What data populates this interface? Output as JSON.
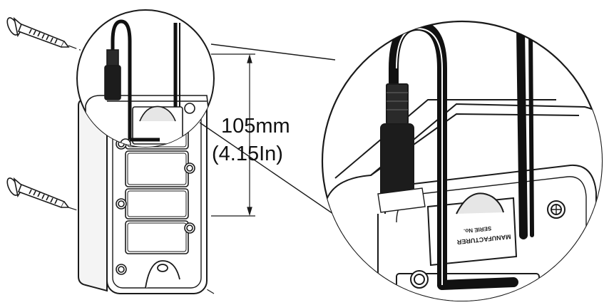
{
  "dimension": {
    "metric": "105mm",
    "imperial": "(4.15In)"
  },
  "device_label": {
    "line1": "MANUFACTURER",
    "line2": "SERIE No."
  },
  "icons": [
    "wood-screw-icon",
    "dc-plug-icon",
    "mounting-screw-icon",
    "magnifier-callout-icon"
  ],
  "colors": {
    "line": "#1a1a1a",
    "cable": "#111111",
    "fill": "#ffffff",
    "shade": "#e6e6e6"
  }
}
